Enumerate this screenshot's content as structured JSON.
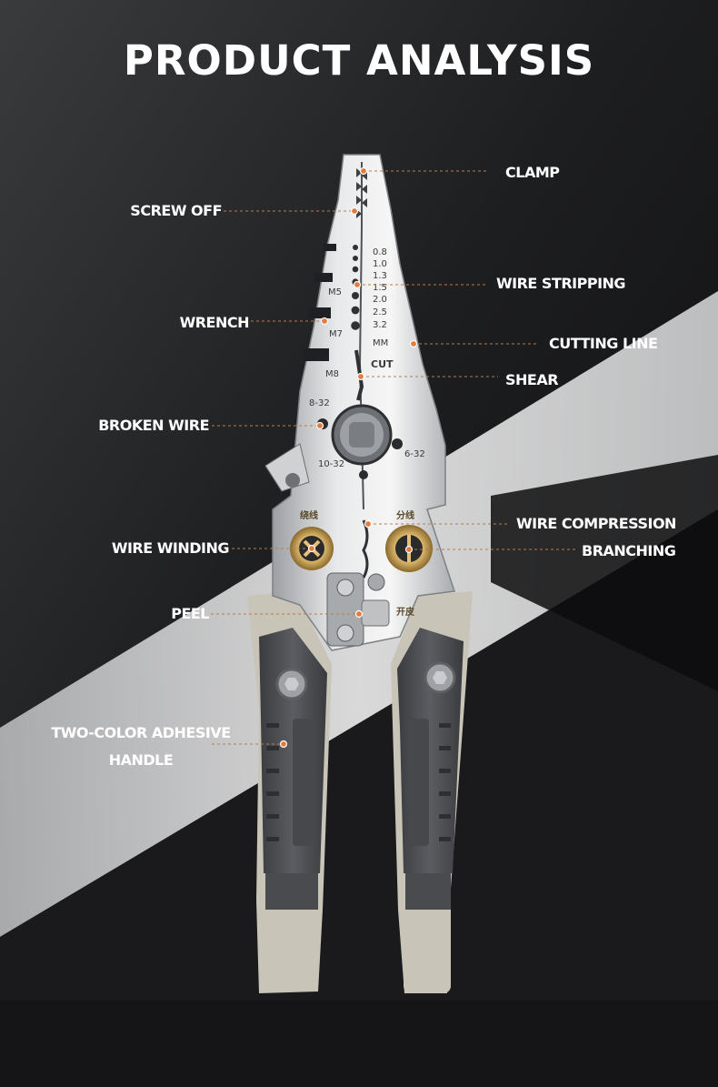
{
  "title": "PRODUCT ANALYSIS",
  "labels": {
    "clamp": "CLAMP",
    "screw_off": "SCREW OFF",
    "wire_stripping": "WIRE STRIPPING",
    "wrench": "WRENCH",
    "cutting_line": "CUTTING LINE",
    "shear": "SHEAR",
    "broken_wire": "BROKEN WIRE",
    "wire_compression": "WIRE COMPRESSION",
    "wire_winding": "WIRE WINDING",
    "branching": "BRANCHING",
    "peel": "PEEL",
    "handle_line1": "TWO-COLOR ADHESIVE",
    "handle_line2": "HANDLE"
  },
  "tool_markings": {
    "gauges": [
      "0.8",
      "1.0",
      "1.3",
      "1.5",
      "2.0",
      "2.5",
      "3.2",
      "MM"
    ],
    "cut": "CUT",
    "m5": "M5",
    "m7": "M7",
    "m8": "M8",
    "thread_8_32": "8-32",
    "thread_10_32": "10-32",
    "thread_6_32": "6-32",
    "winding_cn": "绕线",
    "branching_cn": "分线",
    "peel_cn": "开皮"
  },
  "colors": {
    "accent_dot": "#e27b3f",
    "label_text": "#ffffff",
    "handle_dark": "#4a4b4f",
    "handle_light": "#c8c4b8"
  }
}
